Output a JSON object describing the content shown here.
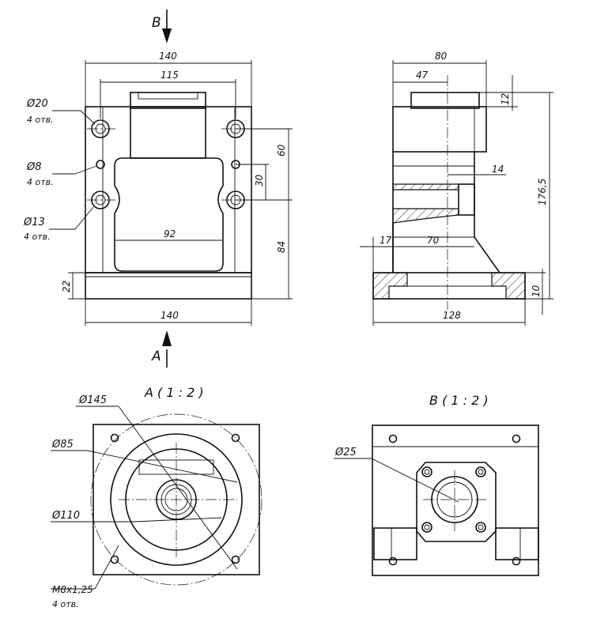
{
  "front_view": {
    "view_marker_b": "B",
    "view_marker_a": "A",
    "dims": {
      "overall_width_top": "140",
      "top_block_width": "115",
      "inner_width": "92",
      "overall_width_bottom": "140",
      "height_60": "60",
      "height_30": "30",
      "height_84": "84",
      "base_height": "22"
    },
    "callouts": {
      "hole_20": "Ø20",
      "hole_20_qty": "4 отв.",
      "hole_8": "Ø8",
      "hole_8_qty": "4 отв.",
      "hole_13": "Ø13",
      "hole_13_qty": "4 отв."
    }
  },
  "side_view": {
    "dims": {
      "width_80": "80",
      "width_47": "47",
      "height_12": "12",
      "depth_14": "14",
      "height_176_5": "176,5",
      "offset_17": "17",
      "width_70": "70",
      "base_10": "10",
      "base_128": "128"
    }
  },
  "view_a": {
    "title": "A ( 1 : 2 )",
    "callouts": {
      "d145": "Ø145",
      "d85": "Ø85",
      "d110": "Ø110",
      "thread": "M8x1,25",
      "thread_qty": "4 отв."
    }
  },
  "view_b": {
    "title": "B ( 1 : 2 )",
    "callouts": {
      "d25": "Ø25"
    }
  }
}
